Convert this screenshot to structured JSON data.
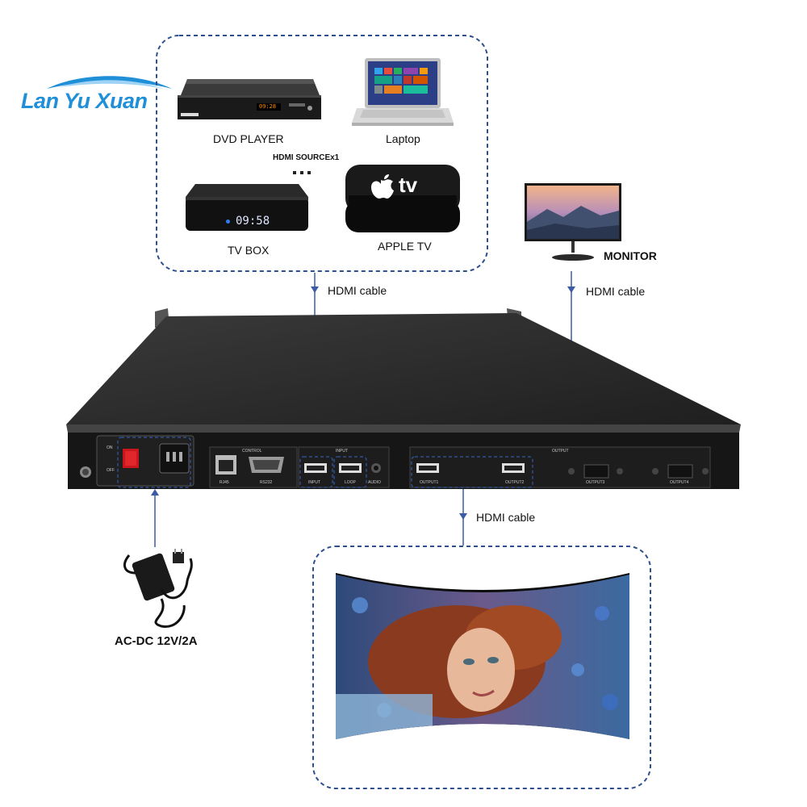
{
  "brand": {
    "logo_text": "Lan Yu Xuan"
  },
  "sources": {
    "dvd_player": "DVD PLAYER",
    "laptop": "Laptop",
    "tv_box": "TV BOX",
    "apple_tv": "APPLE TV",
    "hdmi_source": "HDMI SOURCEx1",
    "tv_box_clock": "09:58",
    "dvd_display": "09:28",
    "apple_tv_logo": "tv"
  },
  "monitor": {
    "label": "MONITOR"
  },
  "cables": {
    "input_cable": "HDMI cable",
    "loop_cable": "HDMI cable",
    "output_cable": "HDMI cable"
  },
  "power": {
    "label": "AC-DC 12V/2A"
  },
  "device_panel": {
    "on": "ON",
    "off": "OFF",
    "control": "CONTROL",
    "input": "INPUT",
    "output": "OUTPUT",
    "rj45": "RJ45",
    "rs232": "RS232",
    "input1": "INPUT",
    "loop": "LOOP",
    "audio": "AUDIO",
    "output1": "OUTPUT1",
    "output2": "OUTPUT2",
    "output3": "OUTPUT3",
    "output4": "OUTPUT4"
  },
  "colors": {
    "dash_border": "#2e4f8f",
    "cable_line": "#3b5ba5",
    "logo_blue": "#1f8fd8",
    "device_body": "#1c1c1c"
  }
}
